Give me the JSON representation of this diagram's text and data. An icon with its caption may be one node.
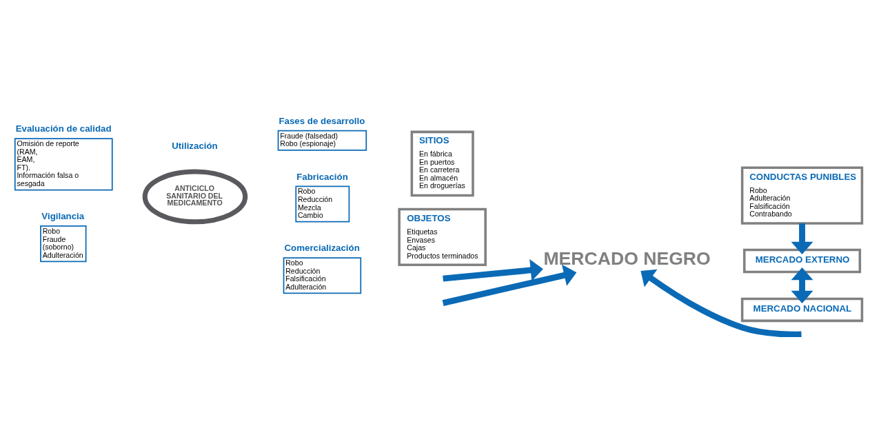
{
  "diagram": {
    "nodes": [
      {
        "text": [
          "Evaluación de calidad",
          "Omisión de reporte (RAM, EAM, FT). Información falsa o sesgada"
        ]
      },
      {
        "text": [
          "Vigilancia",
          "Robo Fraude (soborno) Adulteración"
        ]
      },
      {
        "text": [
          "ANTICICLO SANITARIO DEL MEDICAMENTO"
        ]
      },
      {
        "text": [
          "Fases de desarrollo",
          "Fraude (falsedad) Robo (espionaje)"
        ]
      },
      {
        "text": [
          "Fabricación",
          "Robo Reducción Mezcla Cambio"
        ]
      },
      {
        "text": [
          "Comercialización",
          "Robo Reducción Falsificación Adulteración"
        ]
      },
      {
        "text": [
          "SITIOS",
          "En fábrica En puertos En carretera En almacén En droguerías"
        ]
      },
      {
        "text": [
          "OBJETOS",
          "Etiquetas Envases Cajas Productos terminados"
        ]
      },
      {
        "text": [
          "MERCADO NEGRO"
        ]
      },
      {
        "text": [
          "MERCADO NACIONAL"
        ]
      },
      {
        "text": [
          "MERCADO EXTERNO"
        ]
      },
      {
        "text": [
          "CONDUCTAS PUNIBLES",
          "Robo Adulteración Falsificación Contrabando"
        ]
      }
    ],
    "edges": [
      {
        "from": null,
        "to": 8,
        "arrow": "to"
      },
      {
        "from": null,
        "to": 8,
        "arrow": "to"
      },
      {
        "from": null,
        "to": 8,
        "arrow": "to"
      },
      {
        "from": 10,
        "to": 9,
        "arrow": "both"
      },
      {
        "from": 11,
        "to": 10,
        "arrow": "to"
      }
    ],
    "labels": [
      "Utilización"
    ]
  }
}
